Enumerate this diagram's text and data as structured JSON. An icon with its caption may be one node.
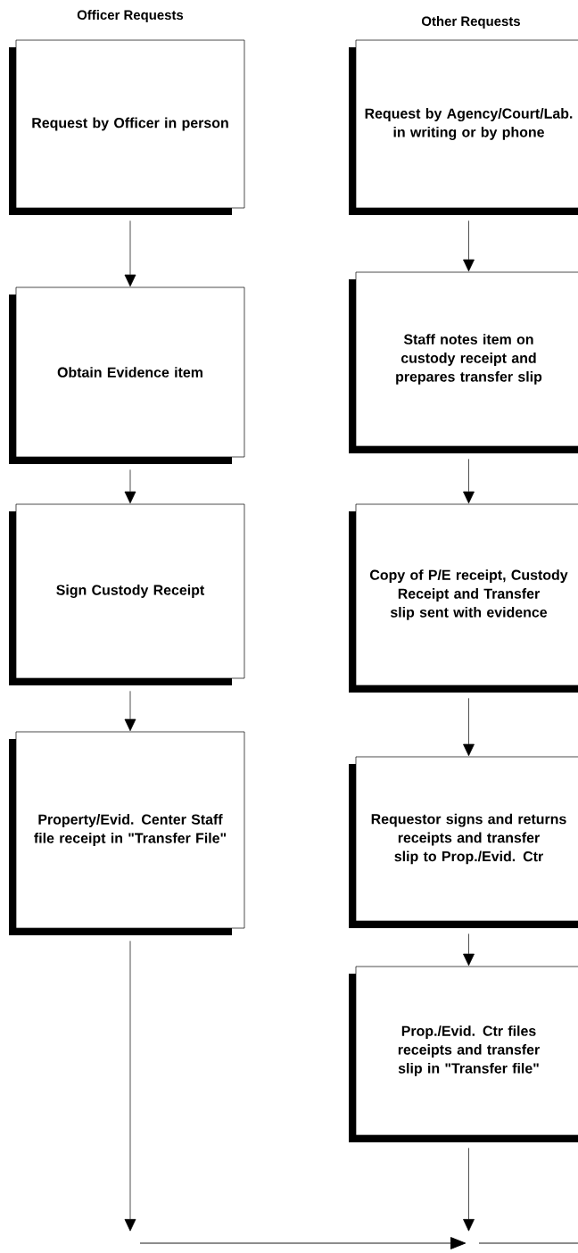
{
  "diagram": {
    "nodes": [
      {
        "text": [
          "Request by Officer in person"
        ]
      },
      {
        "text": [
          "Obtain Evidence item"
        ]
      },
      {
        "text": [
          "Sign Custody Receipt"
        ]
      },
      {
        "text": [
          "Property/Evid. Center Staff file receipt in \"Transfer File\""
        ]
      },
      {
        "text": [
          "Request by Agency/Court/Lab. in writing or by phone"
        ]
      },
      {
        "text": [
          "Staff notes item on custody receipt and prepares transfer slip"
        ]
      },
      {
        "text": [
          "Copy of P/E receipt, Custody Receipt and Transfer slip sent with evidence"
        ]
      },
      {
        "text": [
          "Requestor signs and returns receipts and transfer slip to Prop./Evid. Ctr"
        ]
      },
      {
        "text": [
          "Prop./Evid. Ctr files receipts and transfer slip in \"Transfer file\""
        ]
      }
    ],
    "edges": [
      {
        "from": 0,
        "to": 1,
        "arrow": "to"
      },
      {
        "from": 1,
        "to": 2,
        "arrow": "to"
      },
      {
        "from": 2,
        "to": 3,
        "arrow": "to"
      },
      {
        "from": 3,
        "to": null,
        "arrow": "to"
      },
      {
        "from": 4,
        "to": 5,
        "arrow": "to"
      },
      {
        "from": 5,
        "to": 6,
        "arrow": "to"
      },
      {
        "from": 6,
        "to": 7,
        "arrow": "to"
      },
      {
        "from": 7,
        "to": 8,
        "arrow": "to"
      },
      {
        "from": 8,
        "to": null,
        "arrow": "to"
      }
    ],
    "labels": [
      "Officer Requests",
      "Other Requests"
    ]
  }
}
